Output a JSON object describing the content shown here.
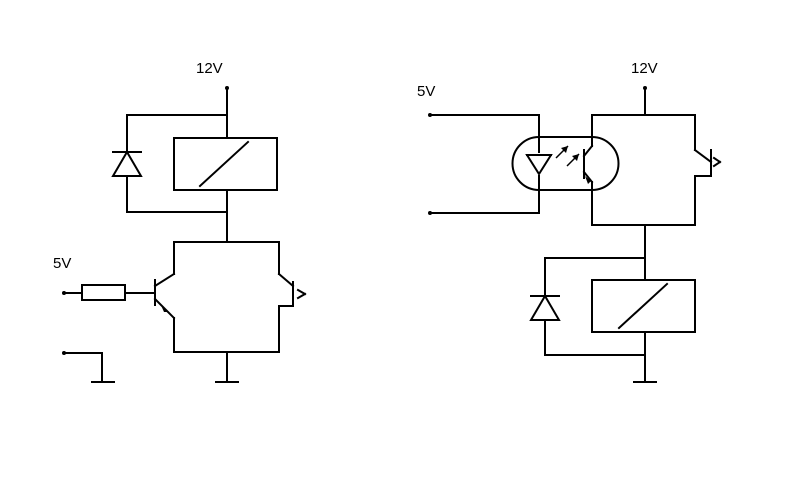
{
  "left_circuit": {
    "supply_label": "12V",
    "input_label": "5V"
  },
  "right_circuit": {
    "supply_label": "12V",
    "input_label": "5V"
  }
}
